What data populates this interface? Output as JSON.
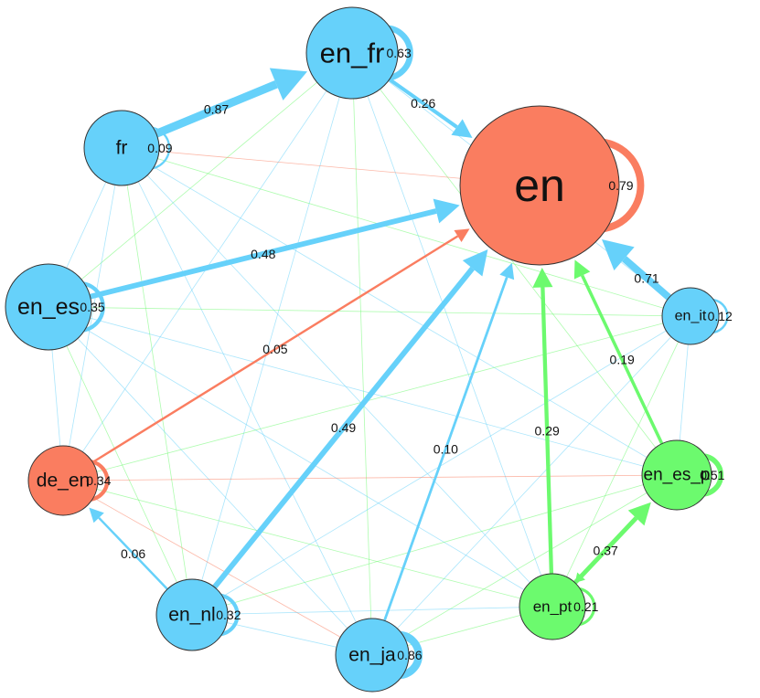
{
  "colors": {
    "blue": "#66d1fa",
    "salmon": "#fa7d60",
    "green": "#6cfa6e",
    "node_stroke": "#333333"
  },
  "nodes": [
    {
      "id": "en_fr",
      "label": "en_fr",
      "color": "blue"
    },
    {
      "id": "en",
      "label": "en",
      "color": "salmon"
    },
    {
      "id": "fr",
      "label": "fr",
      "color": "blue"
    },
    {
      "id": "en_es",
      "label": "en_es",
      "color": "blue"
    },
    {
      "id": "en_it",
      "label": "en_it",
      "color": "blue"
    },
    {
      "id": "de_en",
      "label": "de_en",
      "color": "salmon"
    },
    {
      "id": "en_es_pt",
      "label": "en_es_p",
      "color": "green"
    },
    {
      "id": "en_nl",
      "label": "en_nl",
      "color": "blue"
    },
    {
      "id": "en_pt",
      "label": "en_pt",
      "color": "green"
    },
    {
      "id": "en_ja",
      "label": "en_ja",
      "color": "blue"
    }
  ],
  "edges": [
    {
      "from": "fr",
      "to": "en_fr",
      "weight": "0.87",
      "color": "blue"
    },
    {
      "from": "en_fr",
      "to": "en",
      "weight": "0.26",
      "color": "blue"
    },
    {
      "from": "en_es",
      "to": "en",
      "weight": "0.48",
      "color": "blue"
    },
    {
      "from": "de_en",
      "to": "en",
      "weight": "0.05",
      "color": "salmon"
    },
    {
      "from": "en_nl",
      "to": "en",
      "weight": "0.49",
      "color": "blue"
    },
    {
      "from": "en_ja",
      "to": "en",
      "weight": "0.10",
      "color": "blue"
    },
    {
      "from": "en_pt",
      "to": "en",
      "weight": "0.29",
      "color": "green"
    },
    {
      "from": "en_es_pt",
      "to": "en",
      "weight": "0.19",
      "color": "green"
    },
    {
      "from": "en_it",
      "to": "en",
      "weight": "0.71",
      "color": "blue"
    },
    {
      "from": "en_pt",
      "to": "en_es_pt",
      "weight": "0.37",
      "color": "green"
    },
    {
      "from": "en_nl",
      "to": "de_en",
      "weight": "0.06",
      "color": "blue"
    }
  ],
  "self_loops": [
    {
      "node": "en_fr",
      "weight": "0.63"
    },
    {
      "node": "en",
      "weight": "0.79"
    },
    {
      "node": "fr",
      "weight": "0.09"
    },
    {
      "node": "en_es",
      "weight": "0.35"
    },
    {
      "node": "en_it",
      "weight": "0.12"
    },
    {
      "node": "de_en",
      "weight": "0.34"
    },
    {
      "node": "en_es_pt",
      "weight": "0.51"
    },
    {
      "node": "en_pt",
      "weight": "0.21"
    },
    {
      "node": "en_nl",
      "weight": "0.32"
    },
    {
      "node": "en_ja",
      "weight": "0.86"
    }
  ]
}
